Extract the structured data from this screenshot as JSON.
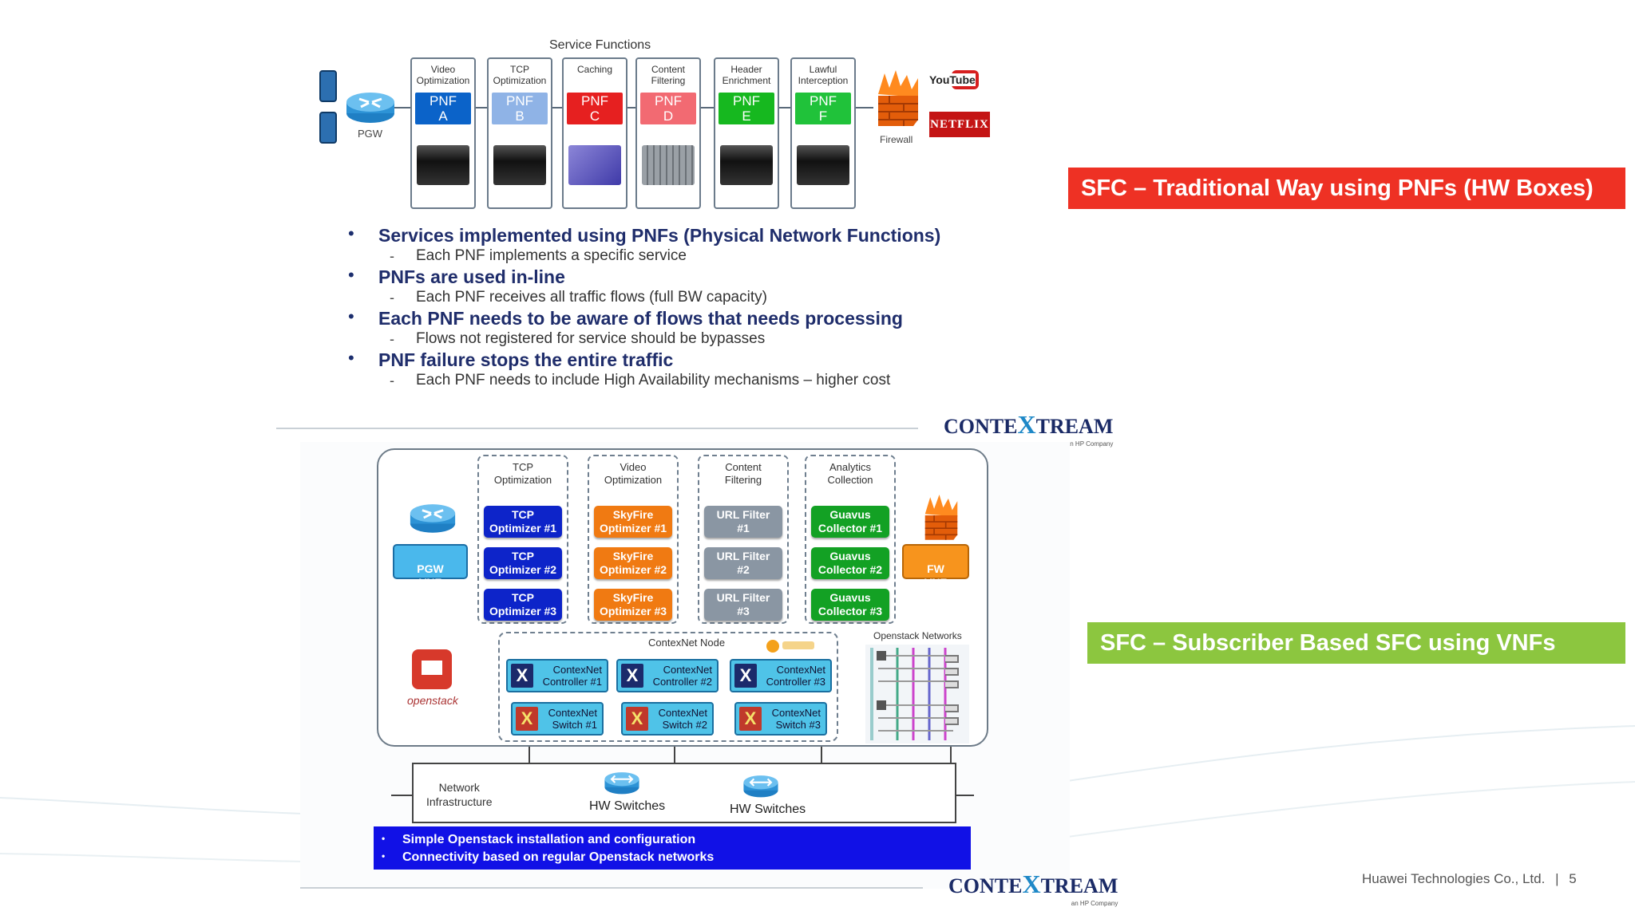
{
  "top_diagram": {
    "title": "Service Functions",
    "pgw_label": "PGW",
    "firewall_label": "Firewall",
    "youtube_label": "YouTube",
    "netflix_label": "NETFLIX",
    "columns": [
      {
        "title": "Video\nOptimization",
        "pnf": "PNF",
        "sub": "A",
        "color": "#0b63c9"
      },
      {
        "title": "TCP\nOptimization",
        "pnf": "PNF",
        "sub": "B",
        "color": "#8fb3e6"
      },
      {
        "title": "Caching",
        "pnf": "PNF",
        "sub": "C",
        "color": "#e62020"
      },
      {
        "title": "Content\nFiltering",
        "pnf": "PNF",
        "sub": "D",
        "color": "#f26a72"
      },
      {
        "title": "Header\nEnrichment",
        "pnf": "PNF",
        "sub": "E",
        "color": "#16b81f"
      },
      {
        "title": "Lawful\nInterception",
        "pnf": "PNF",
        "sub": "F",
        "color": "#20c23a"
      }
    ]
  },
  "bullets": [
    {
      "text": "Services implemented using PNFs (Physical Network Functions)",
      "sub": "Each PNF implements a specific service"
    },
    {
      "text": "PNFs are used in-line",
      "sub": "Each PNF receives all traffic flows (full BW capacity)"
    },
    {
      "text": "Each PNF needs to be aware of flows that needs processing",
      "sub": "Flows not registered for service should be bypasses"
    },
    {
      "text": "PNF failure stops the entire traffic",
      "sub": "Each PNF needs to include High Availability mechanisms – higher cost"
    }
  ],
  "logo": {
    "pre": "CONTE",
    "x": "X",
    "post": "TREAM",
    "sub": "an HP Company"
  },
  "sfc_labels": {
    "traditional": "SFC – Traditional Way using PNFs (HW Boxes)",
    "subscriber": "SFC – Subscriber Based SFC using VNFs",
    "traditional_color": "#ee3124",
    "subscriber_color": "#8cc63f"
  },
  "bottom_diagram": {
    "pgw_vnf": "PGW\nVNF",
    "fw_vnf": "FW\nVNF",
    "openstack_label": "openstack",
    "groups": [
      {
        "title": "TCP\nOptimization",
        "color": "#0d24c9",
        "items": [
          "TCP\nOptimizer #1",
          "TCP\nOptimizer #2",
          "TCP\nOptimizer #3"
        ]
      },
      {
        "title": "Video\nOptimization",
        "color": "#f07a12",
        "items": [
          "SkyFire\nOptimizer #1",
          "SkyFire\nOptimizer #2",
          "SkyFire\nOptimizer #3"
        ]
      },
      {
        "title": "Content\nFiltering",
        "color": "#8a96a3",
        "items": [
          "URL Filter\n#1",
          "URL Filter\n#2",
          "URL Filter\n#3"
        ]
      },
      {
        "title": "Analytics\nCollection",
        "color": "#13a124",
        "items": [
          "Guavus\nCollector #1",
          "Guavus\nCollector #2",
          "Guavus\nCollector #3"
        ]
      }
    ],
    "contexnet_node_title": "ContexNet Node",
    "controllers": [
      "ContexNet\nController #1",
      "ContexNet\nController #2",
      "ContexNet\nController #3"
    ],
    "switches": [
      "ContexNet\nSwitch #1",
      "ContexNet\nSwitch #2",
      "ContexNet\nSwitch #3"
    ],
    "openstack_networks": "Openstack Networks",
    "network_infrastructure": "Network\nInfrastructure",
    "hw_switches_1": "HW Switches",
    "hw_switches_2": "HW Switches",
    "notes": [
      "Simple Openstack installation and configuration",
      "Connectivity based on regular Openstack networks"
    ]
  },
  "footer": {
    "company": "Huawei Technologies Co., Ltd.",
    "page": "5"
  }
}
